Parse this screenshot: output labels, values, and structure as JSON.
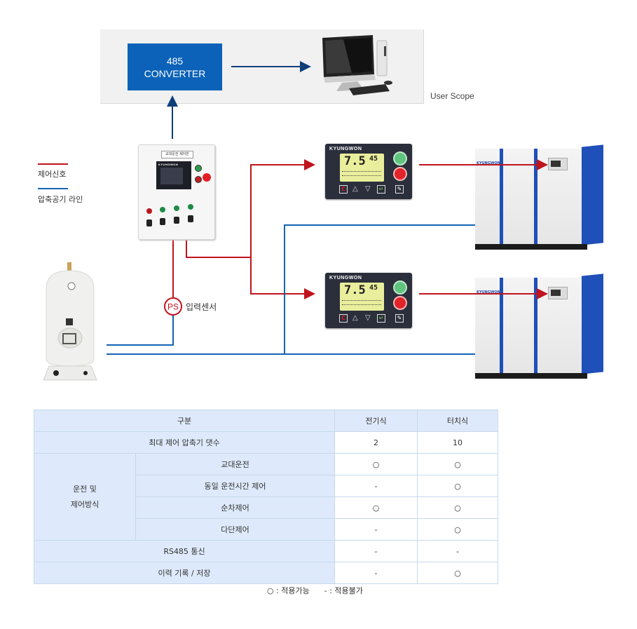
{
  "diagram": {
    "user_scope": {
      "converter_line1": "485",
      "converter_line2": "CONVERTER",
      "label": "User Scope"
    },
    "legend": [
      {
        "label": "제어신호",
        "color": "#c0141c"
      },
      {
        "label": "압축공기 라인",
        "color": "#1564b3"
      }
    ],
    "pressure_sensor": {
      "symbol": "PS",
      "label": "입력센서"
    },
    "control_box": {
      "nameplate": "교대운전 제어반",
      "brand": "KYUNGWON"
    },
    "controllers": [
      {
        "brand": "KYUNGWON",
        "main_value": "7.5",
        "side_value": "45"
      },
      {
        "brand": "KYUNGWON",
        "main_value": "7.5",
        "side_value": "45"
      }
    ],
    "compressors": [
      {
        "brand": "KYUNGWON"
      },
      {
        "brand": "KYUNGWON"
      }
    ],
    "colors": {
      "control_signal": "#c0141c",
      "air_line": "#1564b3",
      "converter": "#0b62b8",
      "arrow_dark": "#0c3f7a"
    }
  },
  "table": {
    "header": {
      "category": "구분",
      "col1": "전기식",
      "col2": "터치식"
    },
    "max_row": {
      "label": "최대 제어 압축기 댓수",
      "col1": "2",
      "col2": "10"
    },
    "group_label_line1": "운전 및",
    "group_label_line2": "제어방식",
    "group_rows": [
      {
        "label": "교대운전",
        "col1": "○",
        "col2": "○"
      },
      {
        "label": "동일 운전시간 제어",
        "col1": "-",
        "col2": "○"
      },
      {
        "label": "순차제어",
        "col1": "○",
        "col2": "○"
      },
      {
        "label": "다단제어",
        "col1": "-",
        "col2": "○"
      }
    ],
    "rs485_row": {
      "label": "RS485 통신",
      "col1": "-",
      "col2": "-"
    },
    "history_row": {
      "label": "이력 기록 / 저장",
      "col1": "-",
      "col2": "○"
    },
    "footnote": "○ : 적용가능      - : 적용불가"
  }
}
